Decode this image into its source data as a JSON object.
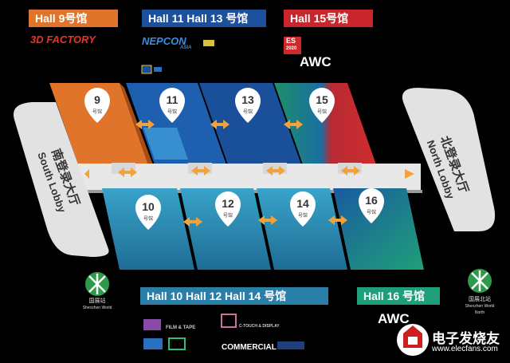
{
  "banners": {
    "hall9": "Hall 9号馆",
    "hall11_13": "Hall 11 Hall 13 号馆",
    "hall15": "Hall 15号馆",
    "hall10_12_14": "Hall 10  Hall 12 Hall 14 号馆",
    "hall16": "Hall 16 号馆"
  },
  "exhibitors": {
    "hall9_logo": "3D FACTORY",
    "hall11_logo": "NEPCON",
    "hall11_logo_sub": "ASIA",
    "hall15_es": "ES",
    "hall15_es_sub": "2020",
    "hall15_awc": "AWC",
    "hall16_awc": "AWC",
    "hall10_film": "FILM & TAPE",
    "hall10_commercial": "COMMERCIAL",
    "hall10_touch": "C-TOUCH & DISPLAY"
  },
  "halls": [
    {
      "number": "9",
      "unit": "号馆"
    },
    {
      "number": "11",
      "unit": "号馆"
    },
    {
      "number": "13",
      "unit": "号馆"
    },
    {
      "number": "15",
      "unit": "号馆"
    },
    {
      "number": "10",
      "unit": "号馆"
    },
    {
      "number": "12",
      "unit": "号馆"
    },
    {
      "number": "14",
      "unit": "号馆"
    },
    {
      "number": "16",
      "unit": "号馆"
    }
  ],
  "lobbies": {
    "south_cn": "南登录大厅",
    "south_en": "South Lobby",
    "north_cn": "北登录大厅",
    "north_en": "North Lobby"
  },
  "metro": {
    "left_cn": "国展站",
    "left_en": "Shenzhen World",
    "right_cn": "国展北站",
    "right_en": "Shenzhen World",
    "right_en2": "North"
  },
  "watermark": {
    "brand": "电子发烧友",
    "url": "www.elecfans.com"
  },
  "colors": {
    "hall9": "#e0742a",
    "hall11": "#1e5fb0",
    "hall13": "#1a4f9a",
    "hall15_red": "#c42a2e",
    "hall15_green": "#1f8f6a",
    "bottom_teal": "#2a7fa8",
    "hall16_green": "#1f9e7a",
    "corridor": "#e8e8e8",
    "arrow": "#f2a23c"
  }
}
